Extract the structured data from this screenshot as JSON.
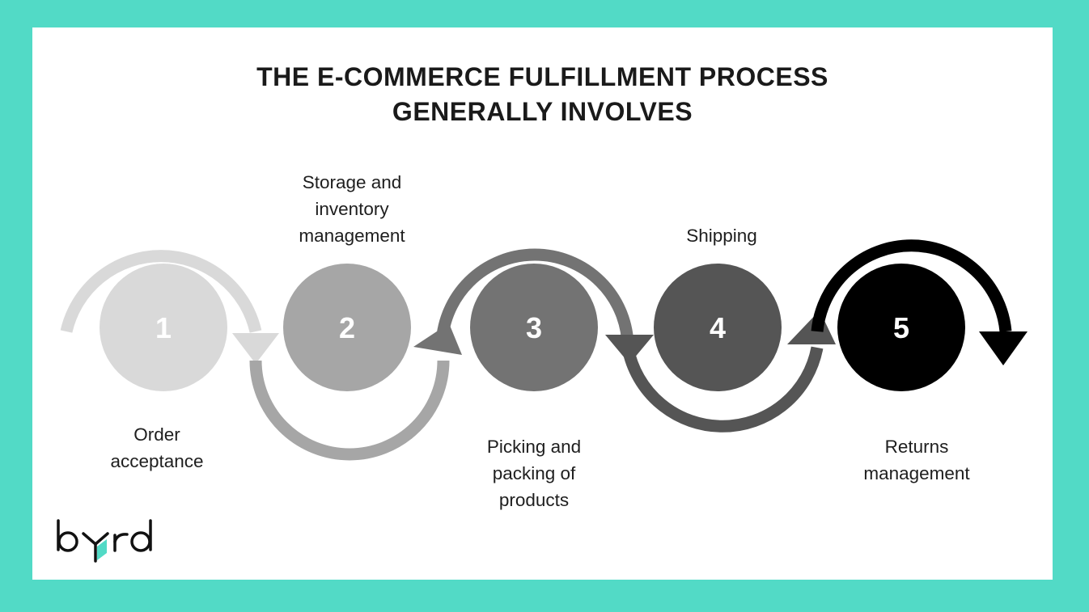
{
  "title": {
    "line1": "THE E-COMMERCE FULFILLMENT PROCESS",
    "line2": "GENERALLY INVOLVES"
  },
  "steps": [
    {
      "number": "1",
      "label_lines": [
        "Order",
        "acceptance"
      ],
      "color": "#d9d9d9"
    },
    {
      "number": "2",
      "label_lines": [
        "Storage and",
        "inventory",
        "management"
      ],
      "color": "#a6a6a6"
    },
    {
      "number": "3",
      "label_lines": [
        "Picking and",
        "packing of",
        "products"
      ],
      "color": "#737373"
    },
    {
      "number": "4",
      "label_lines": [
        "Shipping"
      ],
      "color": "#555555"
    },
    {
      "number": "5",
      "label_lines": [
        "Returns",
        "management"
      ],
      "color": "#000000"
    }
  ],
  "logo": {
    "text": "byrd",
    "accent_color": "#52dac6"
  },
  "colors": {
    "frame": "#52dac6",
    "card": "#ffffff",
    "title": "#1a1a1a"
  }
}
